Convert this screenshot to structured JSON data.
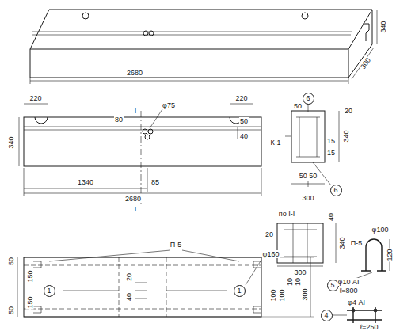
{
  "diagram": {
    "nodes": [
      {
        "text": [
          "6"
        ]
      },
      {
        "text": [
          "6"
        ]
      },
      {
        "text": [
          "5"
        ]
      },
      {
        "text": [
          "4"
        ]
      },
      {
        "text": [
          "1"
        ]
      },
      {
        "text": [
          "1"
        ]
      }
    ],
    "labels": [
      "340",
      "300",
      "2680",
      "220",
      "220",
      "φ75",
      "80",
      "50",
      "40",
      "340",
      "1340",
      "85",
      "2680",
      "I",
      "I",
      "К-1",
      "50",
      "20",
      "15",
      "15",
      "340",
      "50 50",
      "300",
      "по I-I",
      "20",
      "40",
      "340",
      "20",
      "300",
      "П-5",
      "φ100",
      "120",
      "φ10 АI",
      "ℓ=800",
      "φ4 АI",
      "ℓ=250",
      "П-5",
      "φ160",
      "50",
      "50",
      "150",
      "150",
      "20",
      "40",
      "100",
      "100",
      "10",
      "10",
      "300"
    ]
  }
}
